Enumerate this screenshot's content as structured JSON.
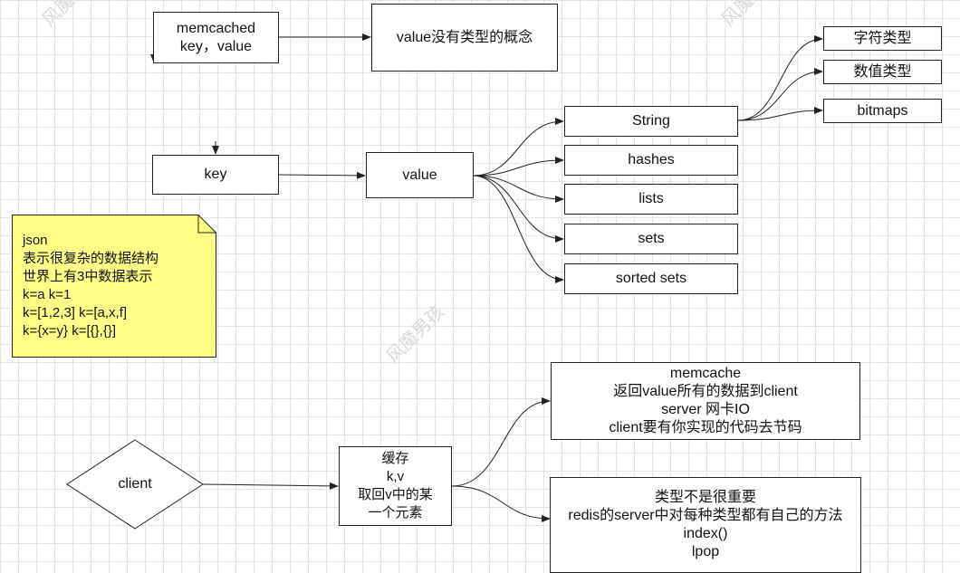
{
  "nodes": {
    "memcached": [
      "memcached",
      "key，value"
    ],
    "value_concept": "value没有类型的概念",
    "key": "key",
    "value": "value",
    "string": "String",
    "hashes": "hashes",
    "lists": "lists",
    "sets": "sets",
    "sorted_sets": "sorted  sets",
    "char_type": "字符类型",
    "num_type": "数值类型",
    "bitmaps": "bitmaps",
    "client": "client",
    "cache": [
      "缓存",
      "k,v",
      "取回v中的某",
      "一个元素"
    ],
    "memcache_box": [
      "memcache",
      "返回value所有的数据到client",
      "server  网卡IO",
      "client要有你实现的代码去节码"
    ],
    "redis_box": [
      "类型不是很重要",
      "redis的server中对每种类型都有自己的方法",
      "index()",
      "lpop"
    ]
  },
  "note": {
    "lines": [
      "json",
      "表示很复杂的数据结构",
      "世界上有3中数据表示",
      "k=a  k=1",
      "k=[1,2,3]   k=[a,x,f]",
      "k={x=y} k=[{},{}]"
    ],
    "fill": "#ffff88"
  },
  "colors": {
    "stroke": "#222222",
    "grid": "#e4e4e4",
    "watermark": "#d8d8d8"
  },
  "watermark": "风魔男孩"
}
